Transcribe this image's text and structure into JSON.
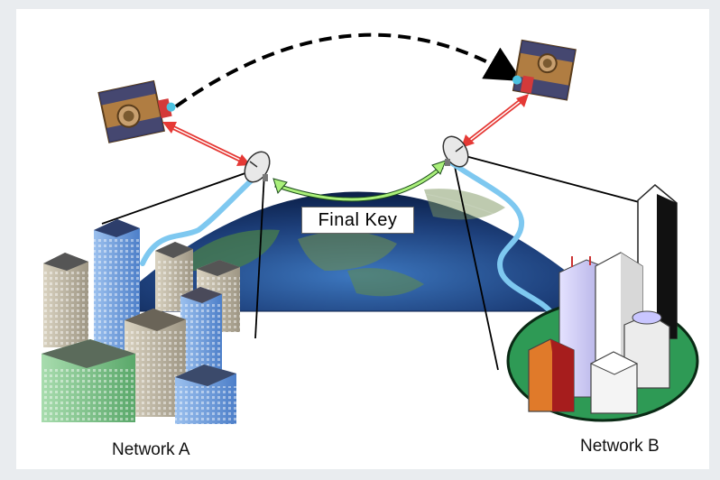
{
  "labels": {
    "final_key": "Final Key",
    "network_a": "Network A",
    "network_b": "Network B"
  },
  "colors": {
    "background": "#e9ecef",
    "frame": "#ffffff",
    "ocean": "#1d3f7a",
    "fiber": "#7ec8f0",
    "laser": "#e53935",
    "key_arrow": "#aaf07a",
    "satellite_body": "#a07a4a",
    "dashed_arc": "#000000",
    "city_b_ground": "#2e9a55"
  },
  "icons": [
    "satellite-icon",
    "ground-station-dish-icon",
    "building-icon"
  ]
}
